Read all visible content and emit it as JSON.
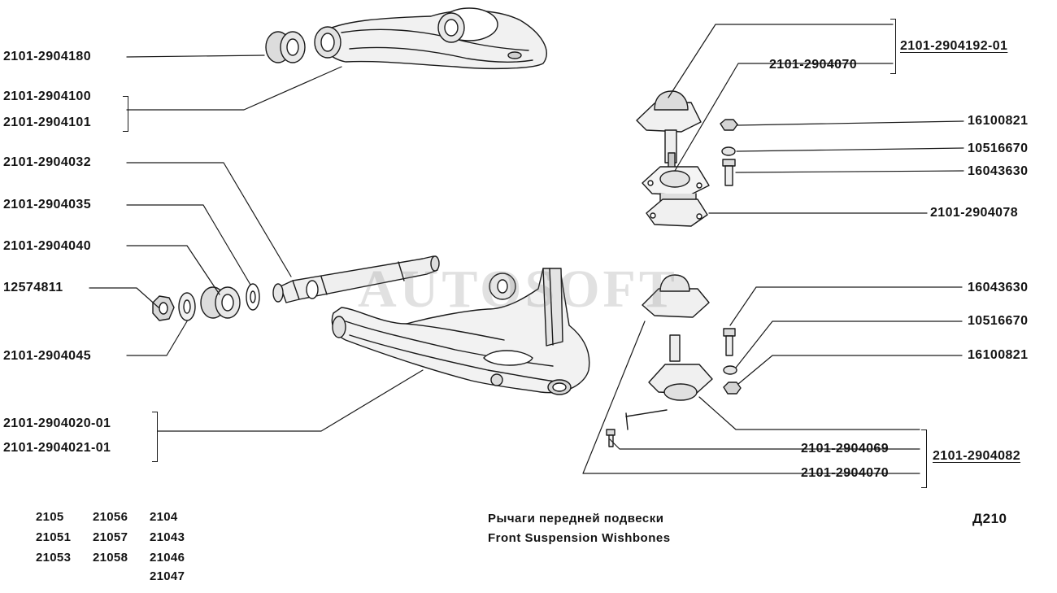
{
  "labels": {
    "l_2904180": "2101-2904180",
    "l_2904100": "2101-2904100",
    "l_2904101": "2101-2904101",
    "l_2904032": "2101-2904032",
    "l_2904035": "2101-2904035",
    "l_2904040": "2101-2904040",
    "l_12574811": "12574811",
    "l_2904045": "2101-2904045",
    "l_2904020_01": "2101-2904020-01",
    "l_2904021_01": "2101-2904021-01",
    "r_2904192_01": "2101-2904192-01",
    "r_2904070_top": "2101-2904070",
    "r_16100821_top": "16100821",
    "r_10516670_top": "10516670",
    "r_16043630_top": "16043630",
    "r_2904078": "2101-2904078",
    "r_16043630_mid": "16043630",
    "r_10516670_mid": "10516670",
    "r_16100821_mid": "16100821",
    "r_2904069": "2101-2904069",
    "r_2904070_bot": "2101-2904070",
    "r_2904082": "2101-2904082"
  },
  "models": [
    "2105",
    "21056",
    "2104",
    "21051",
    "21057",
    "21043",
    "21053",
    "21058",
    "21046",
    "21047"
  ],
  "title_ru": "Рычаги передней подвески",
  "title_en": "Front Suspension Wishbones",
  "page_code": "Д210",
  "watermark": "AUTOSOFT"
}
